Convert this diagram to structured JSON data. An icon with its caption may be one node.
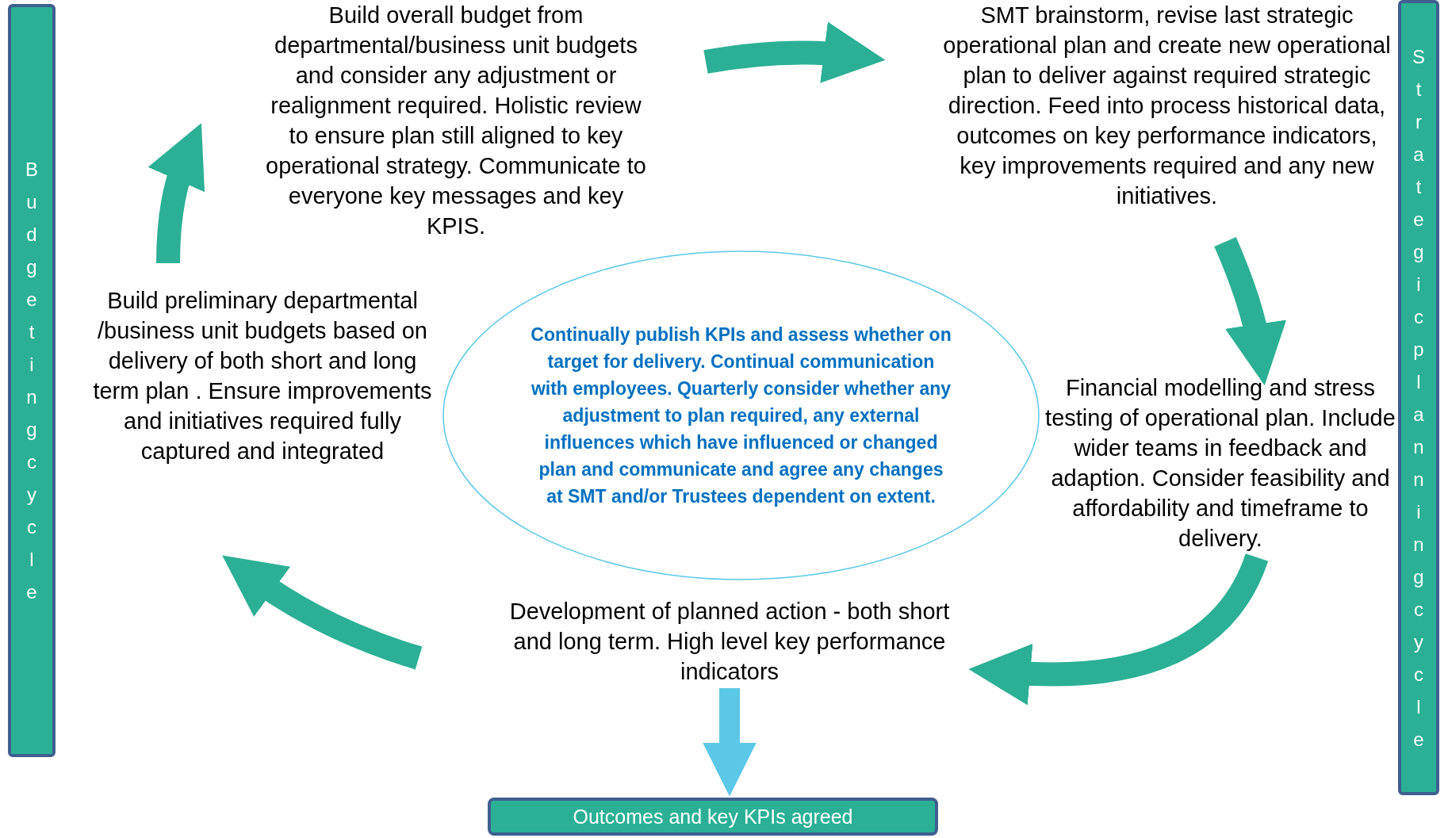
{
  "diagram": {
    "nodes": [
      {
        "text": [
          "Build overall budget from departmental/business unit budgets and consider any adjustment or realignment required. Holistic review to ensure plan still aligned to key operational strategy. Communicate  to everyone key messages and key KPIS."
        ]
      },
      {
        "text": [
          "SMT brainstorm, revise last strategic operational  plan and create new operational plan to deliver against required strategic direction. Feed into process historical data, outcomes on key performance indicators, key improvements required and any new initiatives."
        ]
      },
      {
        "text": [
          "Financial modelling and stress testing of operational plan. Include wider teams in feedback and adaption. Consider feasibility and affordability and timeframe to delivery."
        ]
      },
      {
        "text": [
          "Development of planned action - both short and long term. High level key performance indicators"
        ]
      },
      {
        "text": [
          "Build  preliminary departmental /business unit budgets based on delivery of both short and long term plan . Ensure improvements and initiatives required fully captured and integrated"
        ]
      },
      {
        "text": [
          "Continually publish KPIs and assess whether on target for delivery. Continual communication with employees. Quarterly consider whether any adjustment to plan required, any external influences which have influenced or changed plan and communicate and agree any changes at SMT and/or Trustees dependent on extent."
        ]
      },
      {
        "text": [
          "Outcomes and key KPIs  agreed"
        ]
      },
      {
        "text": [
          "Budgeting cycle"
        ]
      },
      {
        "text": [
          "Strategic planning cycle"
        ]
      }
    ],
    "edges": [
      {
        "from": 0,
        "to": 1,
        "arrow": "to"
      },
      {
        "from": 1,
        "to": 2,
        "arrow": "to"
      },
      {
        "from": 2,
        "to": 3,
        "arrow": "to"
      },
      {
        "from": 3,
        "to": 4,
        "arrow": "to"
      },
      {
        "from": 4,
        "to": 0,
        "arrow": "to"
      },
      {
        "from": 3,
        "to": 6,
        "arrow": "to",
        "color": "#5bc8e8"
      }
    ]
  }
}
